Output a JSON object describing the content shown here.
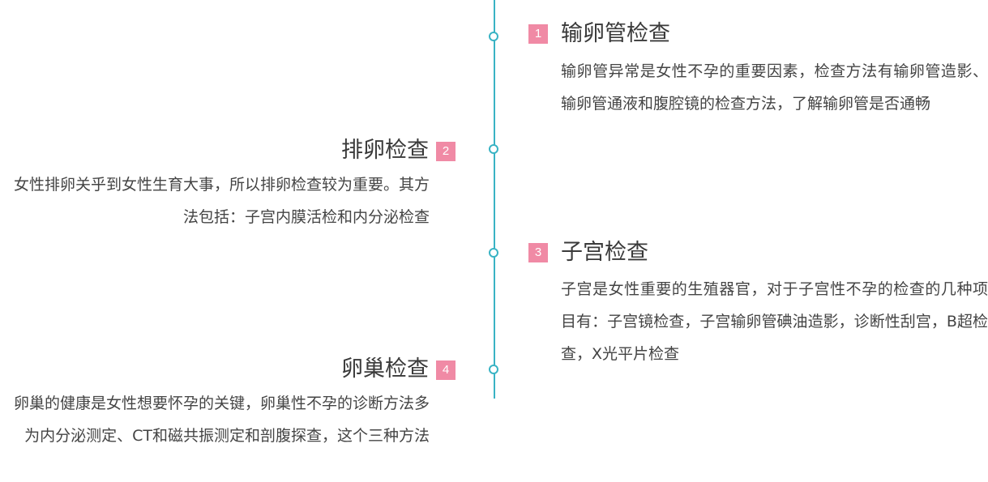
{
  "items": [
    {
      "num": "1",
      "title": "输卵管检查",
      "desc": "输卵管异常是女性不孕的重要因素，检查方法有输卵管造影、输卵管通液和腹腔镜的检查方法，了解输卵管是否通畅"
    },
    {
      "num": "2",
      "title": "排卵检查",
      "desc": "女性排卵关乎到女性生育大事，所以排卵检查较为重要。其方法包括：子宫内膜活检和内分泌检查"
    },
    {
      "num": "3",
      "title": "子宫检查",
      "desc": "子宫是女性重要的生殖器官，对于子宫性不孕的检查的几种项目有：子宫镜检查，子宫输卵管碘油造影，诊断性刮宫，B超检查，X光平片检查"
    },
    {
      "num": "4",
      "title": "卵巢检查",
      "desc": "卵巢的健康是女性想要怀孕的关键，卵巢性不孕的诊断方法多为内分泌测定、CT和磁共振测定和剖腹探查，这个三种方法"
    }
  ],
  "colors": {
    "line": "#39b3c4",
    "badge": "#f08aa5"
  }
}
